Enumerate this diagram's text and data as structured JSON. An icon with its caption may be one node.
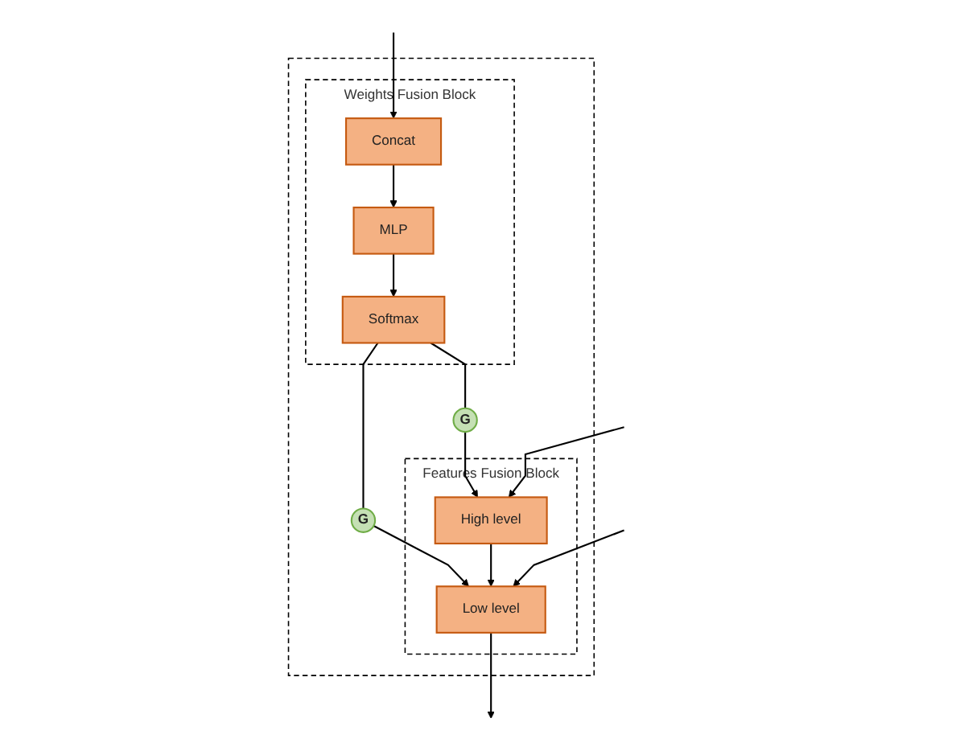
{
  "diagram": {
    "nodes": [
      {
        "text": [],
        "shape": "box"
      },
      {
        "text": [
          "Features Fusion Block"
        ],
        "in": 0
      },
      {
        "text": [
          "High level"
        ],
        "in": 1
      },
      {
        "text": [
          "Low level"
        ],
        "in": 1
      },
      {
        "text": [
          "Weights Fusion Block"
        ],
        "in": 0
      },
      {
        "text": [
          "Concat"
        ],
        "in": 4
      },
      {
        "text": [
          "MLP"
        ],
        "in": 4
      },
      {
        "text": [
          "Softmax"
        ],
        "in": 4
      },
      {
        "text": [
          "G"
        ],
        "in": 0
      },
      {
        "text": [
          "G"
        ],
        "in": 0
      }
    ],
    "edges": [
      {
        "from": null,
        "to": 2,
        "arrow": "to"
      },
      {
        "from": null,
        "to": 5,
        "arrow": "to"
      },
      {
        "from": 5,
        "to": 6,
        "arrow": "to"
      },
      {
        "from": 6,
        "to": 7,
        "arrow": "to"
      },
      {
        "from": 2,
        "to": 3,
        "arrow": "to"
      },
      {
        "from": null,
        "to": 3,
        "arrow": "to"
      },
      {
        "from": 3,
        "to": null,
        "arrow": "to"
      },
      {
        "from": 7,
        "to": 8,
        "arrow": "none"
      },
      {
        "from": 7,
        "to": 9,
        "arrow": "none"
      },
      {
        "from": 8,
        "to": 2,
        "arrow": "to"
      },
      {
        "from": 9,
        "to": 3,
        "arrow": "to"
      }
    ]
  }
}
